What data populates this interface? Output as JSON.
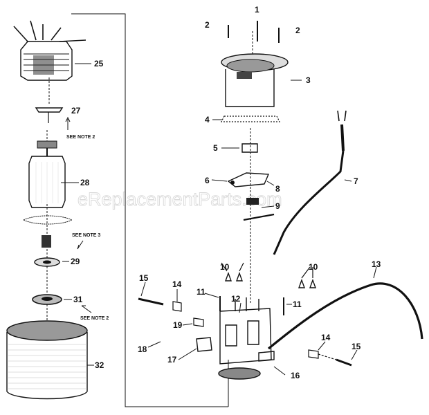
{
  "watermark": "eReplacementParts.com",
  "callouts": {
    "c1": "1",
    "c2a": "2",
    "c2b": "2",
    "c3": "3",
    "c4": "4",
    "c5": "5",
    "c6": "6",
    "c7": "7",
    "c8": "8",
    "c9": "9",
    "c10a": "10",
    "c10b": "10",
    "c11a": "11",
    "c11b": "11",
    "c12": "12",
    "c13": "13",
    "c14a": "14",
    "c14b": "14",
    "c15a": "15",
    "c15b": "15",
    "c16": "16",
    "c17": "17",
    "c18": "18",
    "c19": "19",
    "c25": "25",
    "c27": "27",
    "c28": "28",
    "c29": "29",
    "c31": "31",
    "c32": "32"
  },
  "notes": {
    "n27": "SEE NOTE 2",
    "n29": "SEE NOTE 3",
    "n31": "SEE NOTE 2"
  }
}
